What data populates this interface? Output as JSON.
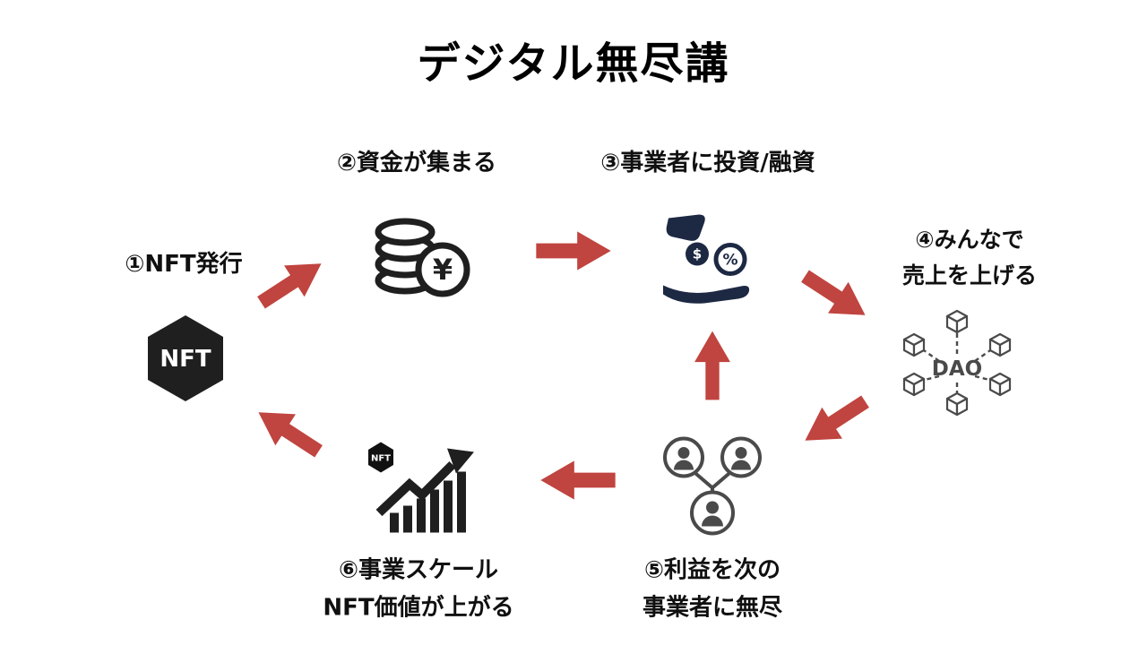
{
  "title": "デジタル無尽講",
  "colors": {
    "arrow": "#c0443f",
    "ink": "#1f1f1f",
    "navy": "#1d2943",
    "gray": "#4a4a4a"
  },
  "steps": [
    {
      "id": 1,
      "label": "①NFT発行"
    },
    {
      "id": 2,
      "label": "②資金が集まる"
    },
    {
      "id": 3,
      "label": "③事業者に投資/融資"
    },
    {
      "id": 4,
      "label": "④みんなで\n売上を上げる"
    },
    {
      "id": 5,
      "label": "⑤利益を次の\n事業者に無尽"
    },
    {
      "id": 6,
      "label": "⑥事業スケール\nNFT価値が上がる"
    }
  ],
  "icons": {
    "nft_badge_text": "NFT",
    "yen_symbol": "¥",
    "dollar_symbol": "$",
    "percent_symbol": "%",
    "dao_text": "DAO",
    "chart_nft_text": "NFT"
  }
}
